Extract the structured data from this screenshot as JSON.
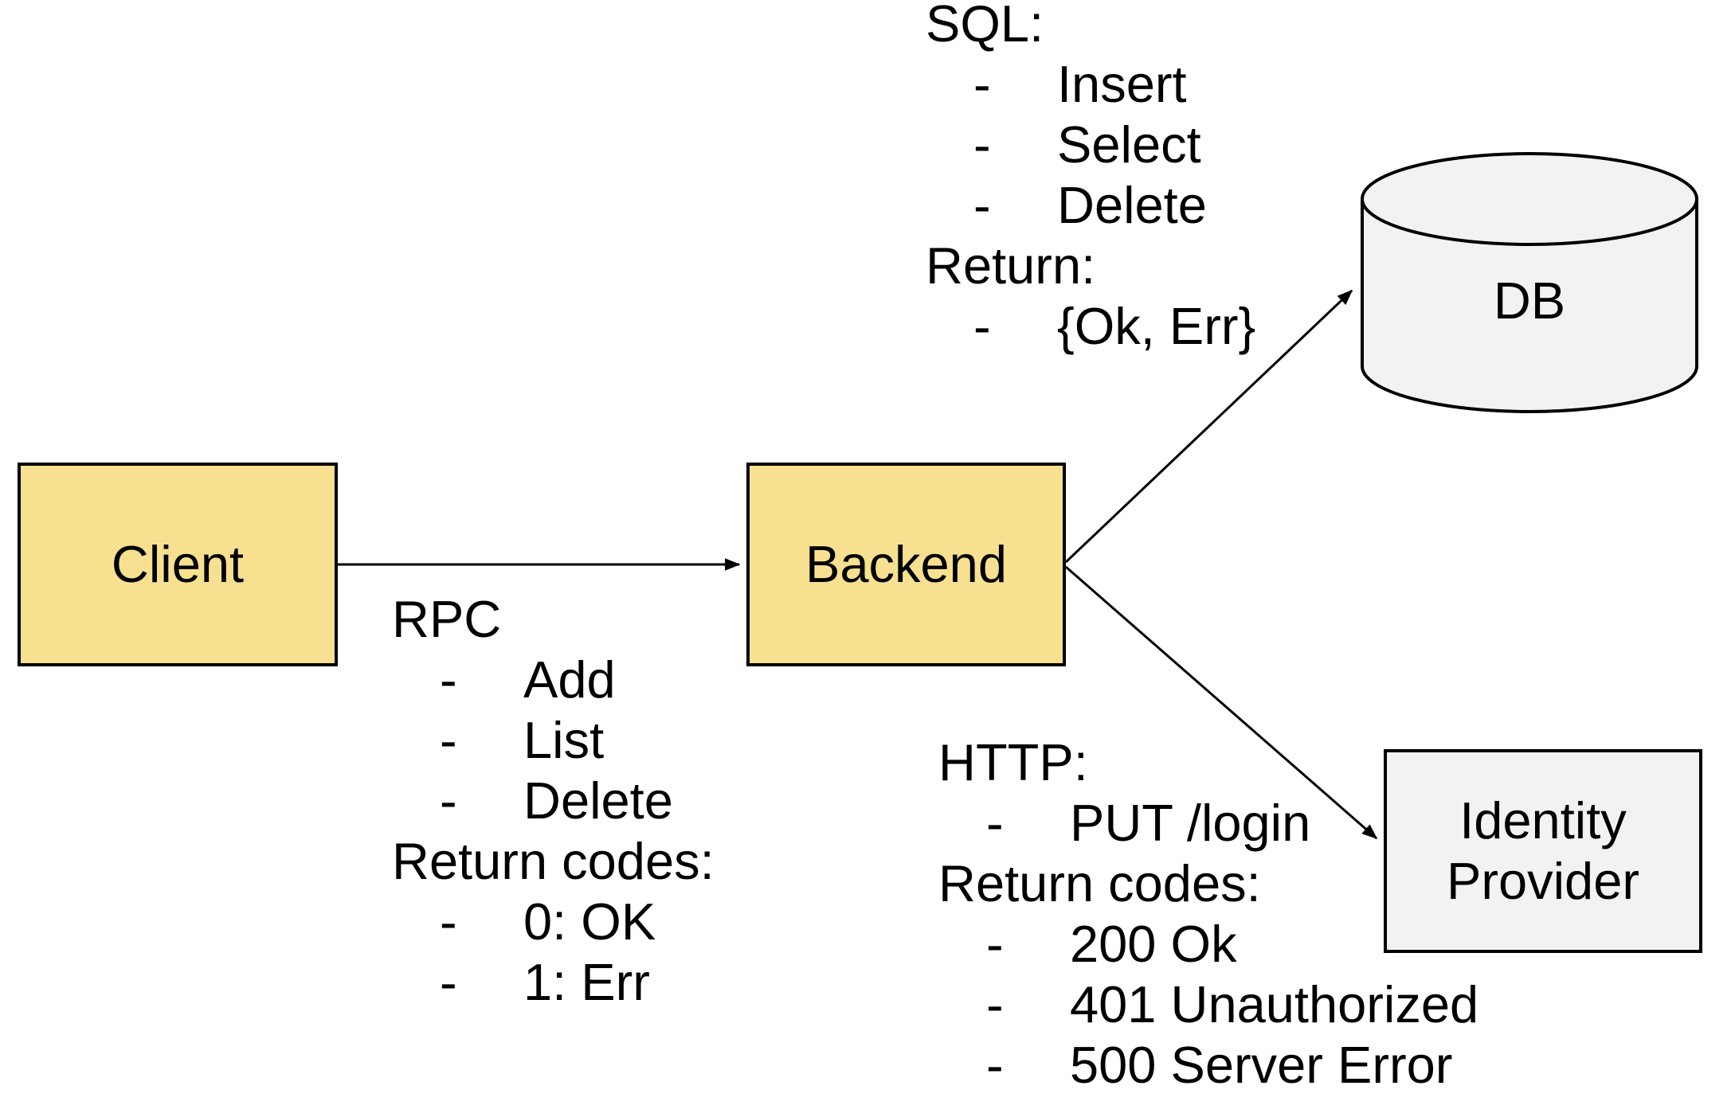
{
  "bullet": "-",
  "colors": {
    "node_yellow": "#F7E08F",
    "node_gray": "#F2F2F2",
    "stroke": "#000000",
    "background": "#FFFFFF"
  },
  "nodes": {
    "client": {
      "label": "Client"
    },
    "backend": {
      "label": "Backend"
    },
    "db": {
      "label": "DB"
    },
    "idp": {
      "line1": "Identity",
      "line2": "Provider"
    }
  },
  "blocks": {
    "rpc": {
      "header": "RPC",
      "items": [
        "Add",
        "List",
        "Delete"
      ],
      "header2": "Return codes:",
      "items2": [
        "0: OK",
        "1: Err"
      ]
    },
    "sql": {
      "header": "SQL:",
      "items": [
        "Insert",
        "Select",
        "Delete"
      ],
      "header2": "Return:",
      "items2": [
        "{Ok, Err}"
      ]
    },
    "http": {
      "header": "HTTP:",
      "items": [
        "PUT /login"
      ],
      "header2": "Return codes:",
      "items2": [
        "200 Ok",
        "401 Unauthorized",
        "500 Server Error"
      ]
    }
  }
}
